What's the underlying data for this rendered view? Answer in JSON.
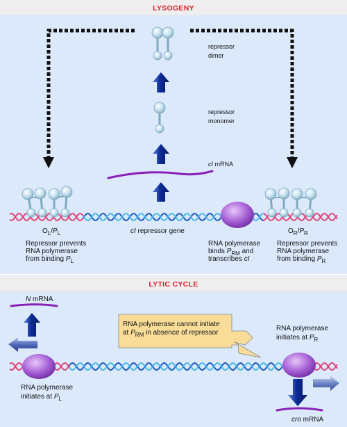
{
  "colors": {
    "panel_bg": "#dbe9fb",
    "title_bar": "#eeeeee",
    "title_text": "#d8202c",
    "strand_pink": "#e0467a",
    "strand_blue": "#1a58c8",
    "strand_cyan": "#48b8e8",
    "polymerase": "#a05bd0",
    "repressor": "#b4d6e8",
    "mrna": "#8a1fb8",
    "arrow_dark": "#0c2a94",
    "callout": "#f8dc98"
  },
  "lysogeny": {
    "title": "LYSOGENY",
    "dimer_label": [
      "repressor",
      "dimer"
    ],
    "monomer_label": [
      "repressor",
      "monomer"
    ],
    "ci_mrna": {
      "gene": "cI",
      "suffix": " mRNA"
    },
    "gene_label": {
      "gene": "cI",
      "suffix": " repressor gene"
    },
    "ol_pl": {
      "a": "O",
      "a_sub": "L",
      "sep": "/",
      "b": "P",
      "b_sub": "L"
    },
    "or_pr": {
      "a": "O",
      "a_sub": "R",
      "sep": "/",
      "b": "P",
      "b_sub": "R"
    },
    "left_note": [
      "Repressor prevents",
      "RNA polymerase",
      "from binding ",
      "P",
      "L"
    ],
    "center_note": [
      "RNA polymerase",
      "binds ",
      "P",
      "RM",
      " and",
      "transcribes ",
      "cI"
    ],
    "right_note": [
      "Repressor prevents",
      "RNA polymerase",
      "from binding ",
      "P",
      "R"
    ]
  },
  "lytic": {
    "title": "LYTIC CYCLE",
    "n_mrna": {
      "gene": "N",
      "suffix": " mRNA"
    },
    "cro_mrna": {
      "gene": "cro",
      "suffix": " mRNA"
    },
    "left_note": [
      "RNA polymerase",
      "initiates at ",
      "P",
      "L"
    ],
    "right_note": [
      "RNA polymerase",
      "initiates at ",
      "P",
      "R"
    ],
    "callout": [
      "RNA polymerase cannot initiate",
      "at ",
      "P",
      "RM",
      " in absence of repressor"
    ]
  }
}
